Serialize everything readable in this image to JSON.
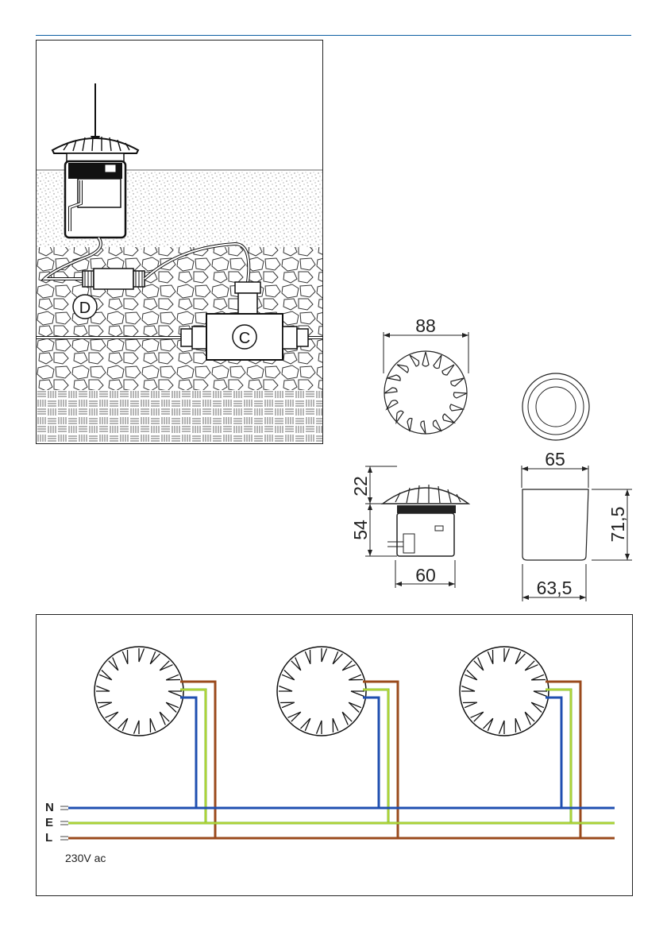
{
  "installation": {
    "callout_connector": "D",
    "callout_junction_box": "C"
  },
  "dimensions": {
    "top_diameter": "88",
    "cap_height": "22",
    "body_height": "54",
    "body_width": "60",
    "sleeve_diameter": "65",
    "sleeve_height": "71,5",
    "sleeve_base": "63,5"
  },
  "wiring": {
    "neutral_label": "N",
    "earth_label": "E",
    "live_label": "L",
    "supply_label": "230V ac",
    "colors": {
      "neutral": "#1f4fb0",
      "earth": "#78c23a",
      "earth_stripe": "#e8e232",
      "live": "#9a4a1c"
    }
  }
}
